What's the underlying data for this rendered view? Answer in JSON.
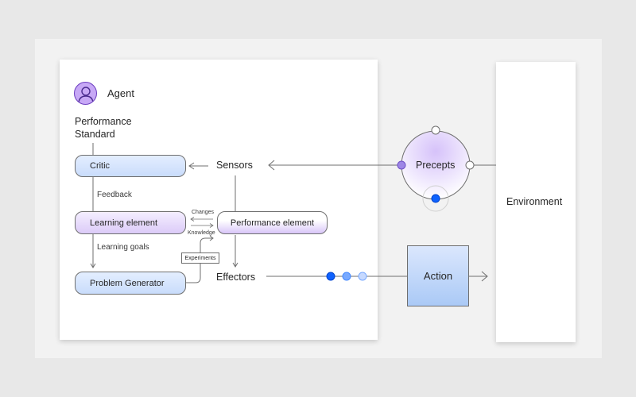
{
  "agent": {
    "title": "Agent",
    "performance_standard": "Performance\nStandard"
  },
  "nodes": {
    "critic": "Critic",
    "learning_element": "Learning element",
    "problem_generator": "Problem Generator",
    "performance_element": "Performance element",
    "sensors": "Sensors",
    "effectors": "Effectors",
    "precepts": "Precepts",
    "action": "Action",
    "environment": "Environment",
    "experiments": "Experiments"
  },
  "edge_labels": {
    "feedback": "Feedback",
    "learning_goals": "Learning goals",
    "changes": "Changes",
    "knowledge": "Knowledge"
  },
  "colors": {
    "accent_blue": "#0f62fe",
    "accent_purple": "#a083e0",
    "line": "#6f6f6f"
  },
  "icons": {
    "avatar": "user-icon"
  }
}
